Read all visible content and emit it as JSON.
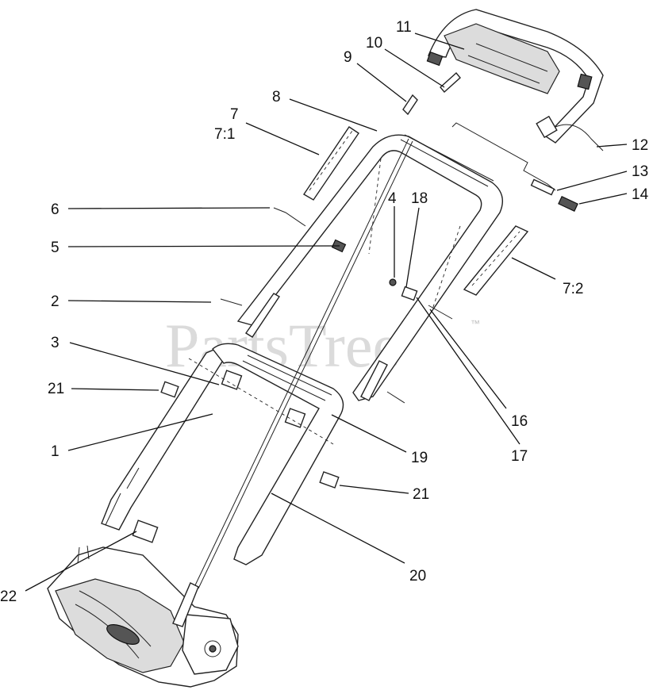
{
  "watermark": {
    "text": "PartsTree",
    "mark": "™"
  },
  "callouts": [
    {
      "id": "c1",
      "label": "1"
    },
    {
      "id": "c2",
      "label": "2"
    },
    {
      "id": "c3",
      "label": "3"
    },
    {
      "id": "c4",
      "label": "4"
    },
    {
      "id": "c5",
      "label": "5"
    },
    {
      "id": "c6",
      "label": "6"
    },
    {
      "id": "c7",
      "label": "7"
    },
    {
      "id": "c71",
      "label": "7:1"
    },
    {
      "id": "c72",
      "label": "7:2"
    },
    {
      "id": "c8",
      "label": "8"
    },
    {
      "id": "c9",
      "label": "9"
    },
    {
      "id": "c10",
      "label": "10"
    },
    {
      "id": "c11",
      "label": "11"
    },
    {
      "id": "c12",
      "label": "12"
    },
    {
      "id": "c13",
      "label": "13"
    },
    {
      "id": "c14",
      "label": "14"
    },
    {
      "id": "c16",
      "label": "16"
    },
    {
      "id": "c17",
      "label": "17"
    },
    {
      "id": "c18",
      "label": "18"
    },
    {
      "id": "c19",
      "label": "19"
    },
    {
      "id": "c20",
      "label": "20"
    },
    {
      "id": "c21a",
      "label": "21"
    },
    {
      "id": "c21b",
      "label": "21"
    },
    {
      "id": "c22",
      "label": "22"
    }
  ]
}
